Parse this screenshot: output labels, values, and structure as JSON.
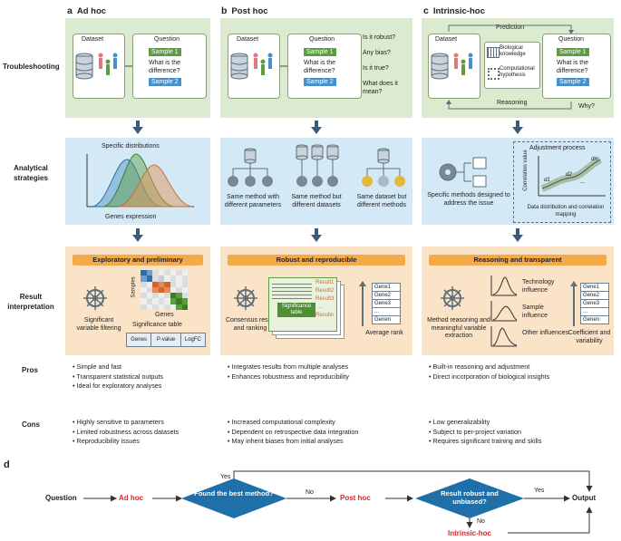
{
  "columns": [
    {
      "letter": "a",
      "title": "Ad hoc"
    },
    {
      "letter": "b",
      "title": "Post hoc"
    },
    {
      "letter": "c",
      "title": "Intrinsic-hoc"
    }
  ],
  "rows": {
    "troubleshooting": "Troubleshooting",
    "analytical": "Analytical strategies",
    "result": "Result interpretation",
    "pros": "Pros",
    "cons": "Cons"
  },
  "troubleshooting": {
    "dataset": "Dataset",
    "question": "Question",
    "sample1": "Sample 1",
    "sample2": "Sample 2",
    "diff": "What is the difference?",
    "post_questions": [
      "Is it robust?",
      "Any bias?",
      "Is it true?",
      "What does it mean?"
    ],
    "prediction": "Prediction",
    "reasoning": "Reasoning",
    "why": "Why?",
    "bio_knowledge": "Biological knowledge",
    "comp_hypothesis": "Computational hypothesis"
  },
  "analytical": {
    "specific_distributions": "Specific distributions",
    "genes_expression": "Genes expression",
    "same_method": "Same method with different parameters",
    "same_method_datasets": "Same method but different datasets",
    "same_dataset": "Same dataset but different methods",
    "specific_methods": "Specific methods designed to address the issue",
    "adjustment_process": "Adjustment process",
    "correlation_value": "Correlation value",
    "data_distribution": "Data distribution and correlation mapping",
    "d1": "d1",
    "d2": "d2",
    "dn": "dn",
    "dots": "..."
  },
  "result": {
    "a_bar": "Exploratory and preliminary",
    "b_bar": "Robust and reproducible",
    "c_bar": "Reasoning and transparent",
    "samples": "Samples",
    "genes": "Genes",
    "significant_filtering": "Significant variable filtering",
    "significance_table": "Significance table",
    "table_cols": [
      "Genes",
      "P-value",
      "LogFC"
    ],
    "results": [
      "Result1",
      "Result2",
      "Result3",
      "...",
      "Resultn"
    ],
    "sig_table": "Significance table",
    "gene_list_b": [
      "Gene1",
      "Gene2",
      "Gene3",
      "...",
      "Genen"
    ],
    "consensus": "Consensus result and ranking",
    "average_rank": "Average rank",
    "technology": "Technology influence",
    "sample": "Sample influence",
    "other": "Other influences",
    "method_reasoning": "Method reasoning and meaningful variable extraction",
    "gene_list_c": [
      "Gene1",
      "Gene2",
      "Gene3",
      "...",
      "Genen"
    ],
    "coefficient": "Coefficient and variability"
  },
  "pros": {
    "a": [
      "Simple and fast",
      "Transparent statistical outputs",
      "Ideal for exploratory analyses"
    ],
    "b": [
      "Integrates results from multiple analyses",
      "Enhances robustness and reproducibility"
    ],
    "c": [
      "Built-in reasoning and adjustment",
      "Direct incorporation of biological insights"
    ]
  },
  "cons": {
    "a": [
      "Highly sensitive to parameters",
      "Limited robustness across datasets",
      "Reproducibility issues"
    ],
    "b": [
      "Increased computational complexity",
      "Dependent on retrospective data integration",
      "May inherit biases from initial analyses"
    ],
    "c": [
      "Low generalizability",
      "Subject to per-project variation",
      "Requires significant training and skills"
    ]
  },
  "flow": {
    "letter": "d",
    "question": "Question",
    "adhoc": "Ad hoc",
    "found": "Found the best method?",
    "yes": "Yes",
    "no": "No",
    "posthoc": "Post hoc",
    "robust": "Result robust and unbiased?",
    "yes2": "Yes",
    "no2": "No",
    "output": "Output",
    "intrinsic": "Intrinsic-hoc"
  },
  "colors": {
    "green": "#dcebcf",
    "blue": "#d4e9f6",
    "orange": "#fbe3c8",
    "diamond": "#1f6fa8",
    "red": "#d9262b"
  }
}
